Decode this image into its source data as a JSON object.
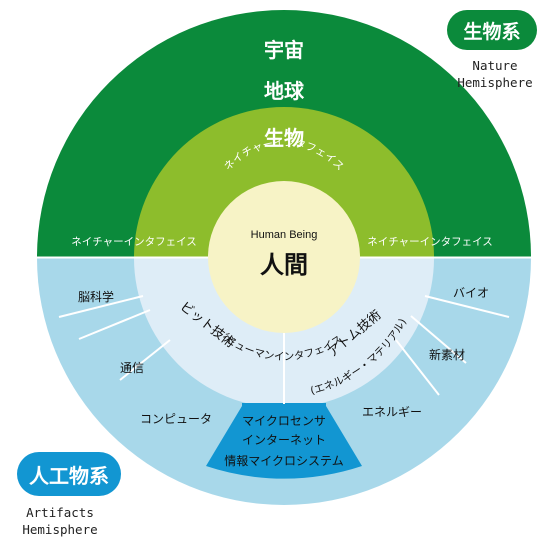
{
  "colors": {
    "dark_green": "#0b8a3b",
    "light_green": "#8dbd2c",
    "core_yellow": "#f7f3c6",
    "outer_blue": "#a8d8ea",
    "inner_blue": "#deedf7",
    "accent_blue": "#1296d2",
    "divider": "#ffffff"
  },
  "badges": {
    "nature": {
      "label": "生物系",
      "caption_line1": "Nature",
      "caption_line2": "Hemisphere"
    },
    "artifacts": {
      "label": "人工物系",
      "caption_line1": "Artifacts",
      "caption_line2": "Hemisphere"
    }
  },
  "diagram": {
    "core": {
      "english": "Human Being",
      "japanese": "人間"
    },
    "nature": {
      "outer1": "宇宙",
      "outer2": "地球",
      "middle": "生物",
      "interface_arc": "ネイチャーインタフェイス",
      "interface_left": "ネイチャーインタフェイス",
      "interface_right": "ネイチャーインタフェイス"
    },
    "human_interface_arc": "ヒューマンインタフェイス",
    "inner": {
      "bit_tech": "ビット技術",
      "atom_tech": "アトム技術",
      "atom_sub": "(エネルギー・マテリアル)"
    },
    "outer": {
      "brain": "脳科学",
      "comm": "通信",
      "computer": "コンピュータ",
      "bio": "バイオ",
      "material": "新素材",
      "energy": "エネルギー"
    },
    "micro": {
      "line1": "マイクロセンサ",
      "line2": "インターネット",
      "line3": "情報マイクロシステム"
    }
  }
}
